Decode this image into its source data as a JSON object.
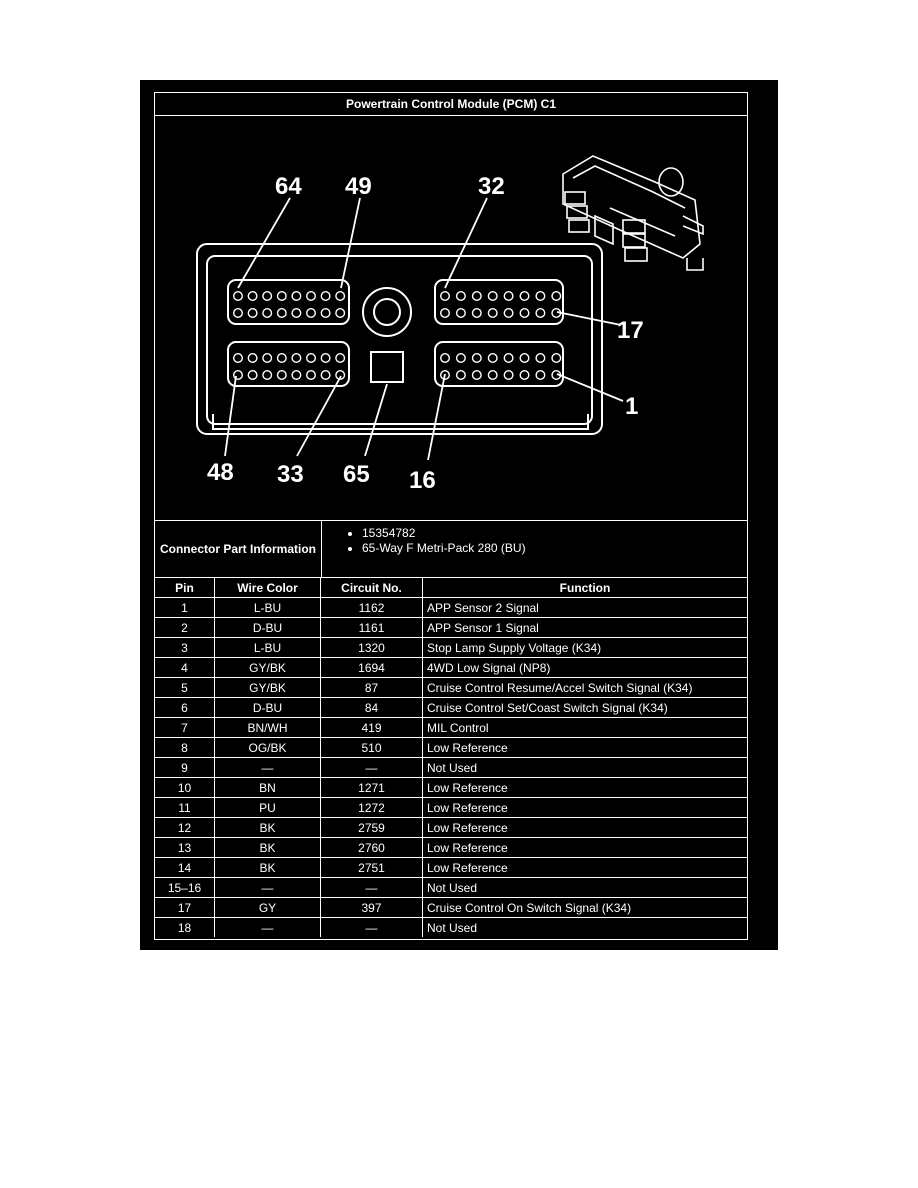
{
  "title": "Powertrain Control Module (PCM) C1",
  "diagram": {
    "callouts": [
      "64",
      "49",
      "32",
      "17",
      "1",
      "48",
      "33",
      "65",
      "16"
    ]
  },
  "connector_info": {
    "label": "Connector Part Information",
    "items": [
      "15354782",
      "65-Way F Metri-Pack 280 (BU)"
    ]
  },
  "table": {
    "headers": [
      "Pin",
      "Wire Color",
      "Circuit No.",
      "Function"
    ],
    "rows": [
      {
        "pin": "1",
        "color": "L-BU",
        "circuit": "1162",
        "function": "APP Sensor 2 Signal"
      },
      {
        "pin": "2",
        "color": "D-BU",
        "circuit": "1161",
        "function": "APP Sensor 1 Signal"
      },
      {
        "pin": "3",
        "color": "L-BU",
        "circuit": "1320",
        "function": "Stop Lamp Supply Voltage (K34)"
      },
      {
        "pin": "4",
        "color": "GY/BK",
        "circuit": "1694",
        "function": "4WD Low Signal (NP8)"
      },
      {
        "pin": "5",
        "color": "GY/BK",
        "circuit": "87",
        "function": "Cruise Control Resume/Accel Switch Signal (K34)"
      },
      {
        "pin": "6",
        "color": "D-BU",
        "circuit": "84",
        "function": "Cruise Control Set/Coast Switch Signal (K34)"
      },
      {
        "pin": "7",
        "color": "BN/WH",
        "circuit": "419",
        "function": "MIL Control"
      },
      {
        "pin": "8",
        "color": "OG/BK",
        "circuit": "510",
        "function": "Low Reference"
      },
      {
        "pin": "9",
        "color": "—",
        "circuit": "—",
        "function": "Not Used"
      },
      {
        "pin": "10",
        "color": "BN",
        "circuit": "1271",
        "function": "Low Reference"
      },
      {
        "pin": "11",
        "color": "PU",
        "circuit": "1272",
        "function": "Low Reference"
      },
      {
        "pin": "12",
        "color": "BK",
        "circuit": "2759",
        "function": "Low Reference"
      },
      {
        "pin": "13",
        "color": "BK",
        "circuit": "2760",
        "function": "Low Reference"
      },
      {
        "pin": "14",
        "color": "BK",
        "circuit": "2751",
        "function": "Low Reference"
      },
      {
        "pin": "15–16",
        "color": "—",
        "circuit": "—",
        "function": "Not Used"
      },
      {
        "pin": "17",
        "color": "GY",
        "circuit": "397",
        "function": "Cruise Control On Switch Signal (K34)"
      },
      {
        "pin": "18",
        "color": "—",
        "circuit": "—",
        "function": "Not Used"
      }
    ]
  }
}
